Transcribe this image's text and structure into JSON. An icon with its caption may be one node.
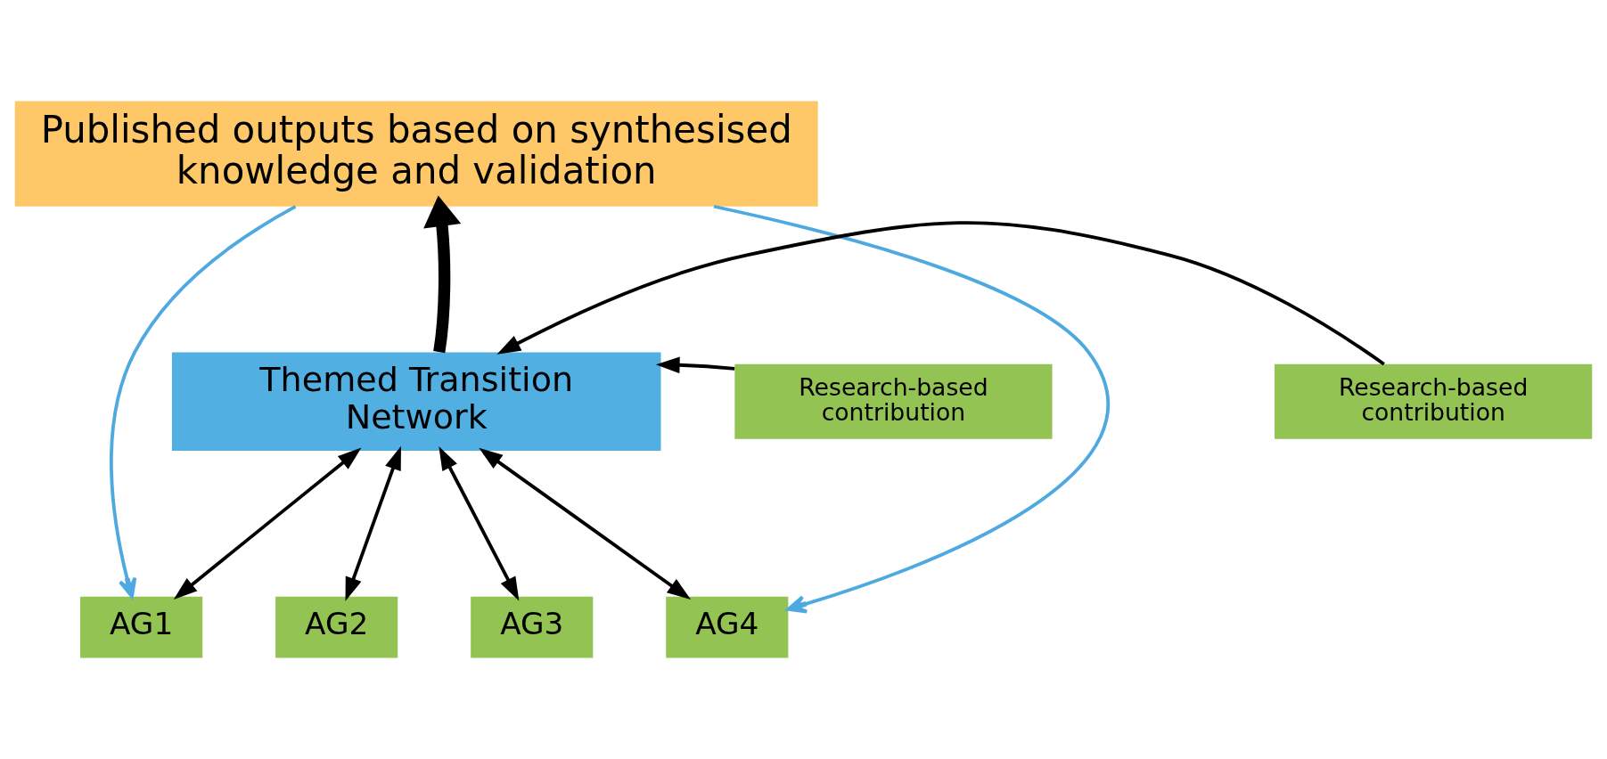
{
  "diagram": {
    "nodes": [
      {
        "text": [
          "Published outputs based on synthesised knowledge and validation"
        ]
      },
      {
        "text": [
          "Themed Transition Network"
        ]
      },
      {
        "text": [
          "Research-based contribution"
        ]
      },
      {
        "text": [
          "Research-based contribution"
        ]
      },
      {
        "text": [
          "AG1"
        ]
      },
      {
        "text": [
          "AG2"
        ]
      },
      {
        "text": [
          "AG3"
        ]
      },
      {
        "text": [
          "AG4"
        ]
      }
    ],
    "edges": [
      {
        "from": 1,
        "to": 0,
        "arrow": "to",
        "style": "thick"
      },
      {
        "from": 2,
        "to": 1,
        "arrow": "to"
      },
      {
        "from": 3,
        "to": 1,
        "arrow": "to"
      },
      {
        "from": 1,
        "to": 4,
        "arrow": "both"
      },
      {
        "from": 1,
        "to": 5,
        "arrow": "both"
      },
      {
        "from": 1,
        "to": 6,
        "arrow": "both"
      },
      {
        "from": 1,
        "to": 7,
        "arrow": "both"
      },
      {
        "from": 0,
        "to": 4,
        "arrow": "to",
        "color": "#4da9e0"
      },
      {
        "from": 0,
        "to": 7,
        "arrow": "to",
        "color": "#4da9e0"
      }
    ]
  }
}
